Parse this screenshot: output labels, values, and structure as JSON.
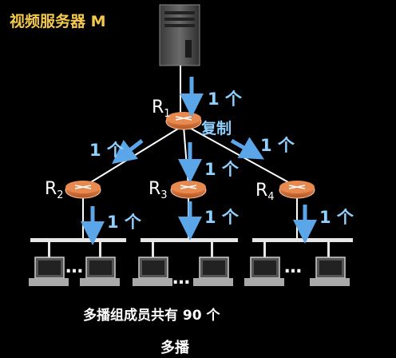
{
  "server": {
    "title": "视频服务器 M"
  },
  "routers": [
    {
      "id": "R1",
      "main": "R",
      "sub": "1"
    },
    {
      "id": "R2",
      "main": "R",
      "sub": "2"
    },
    {
      "id": "R3",
      "main": "R",
      "sub": "3"
    },
    {
      "id": "R4",
      "main": "R",
      "sub": "4"
    }
  ],
  "copy_label": "复制",
  "flow_label": "1 个",
  "host_ellipsis": "…",
  "members_text": "多播组成员共有 90 个",
  "caption": "多播",
  "colors": {
    "title": "#f2c94c",
    "arrow": "#5aa6e8",
    "text_blue": "#8fd0ff",
    "router": "#e07b3c"
  }
}
